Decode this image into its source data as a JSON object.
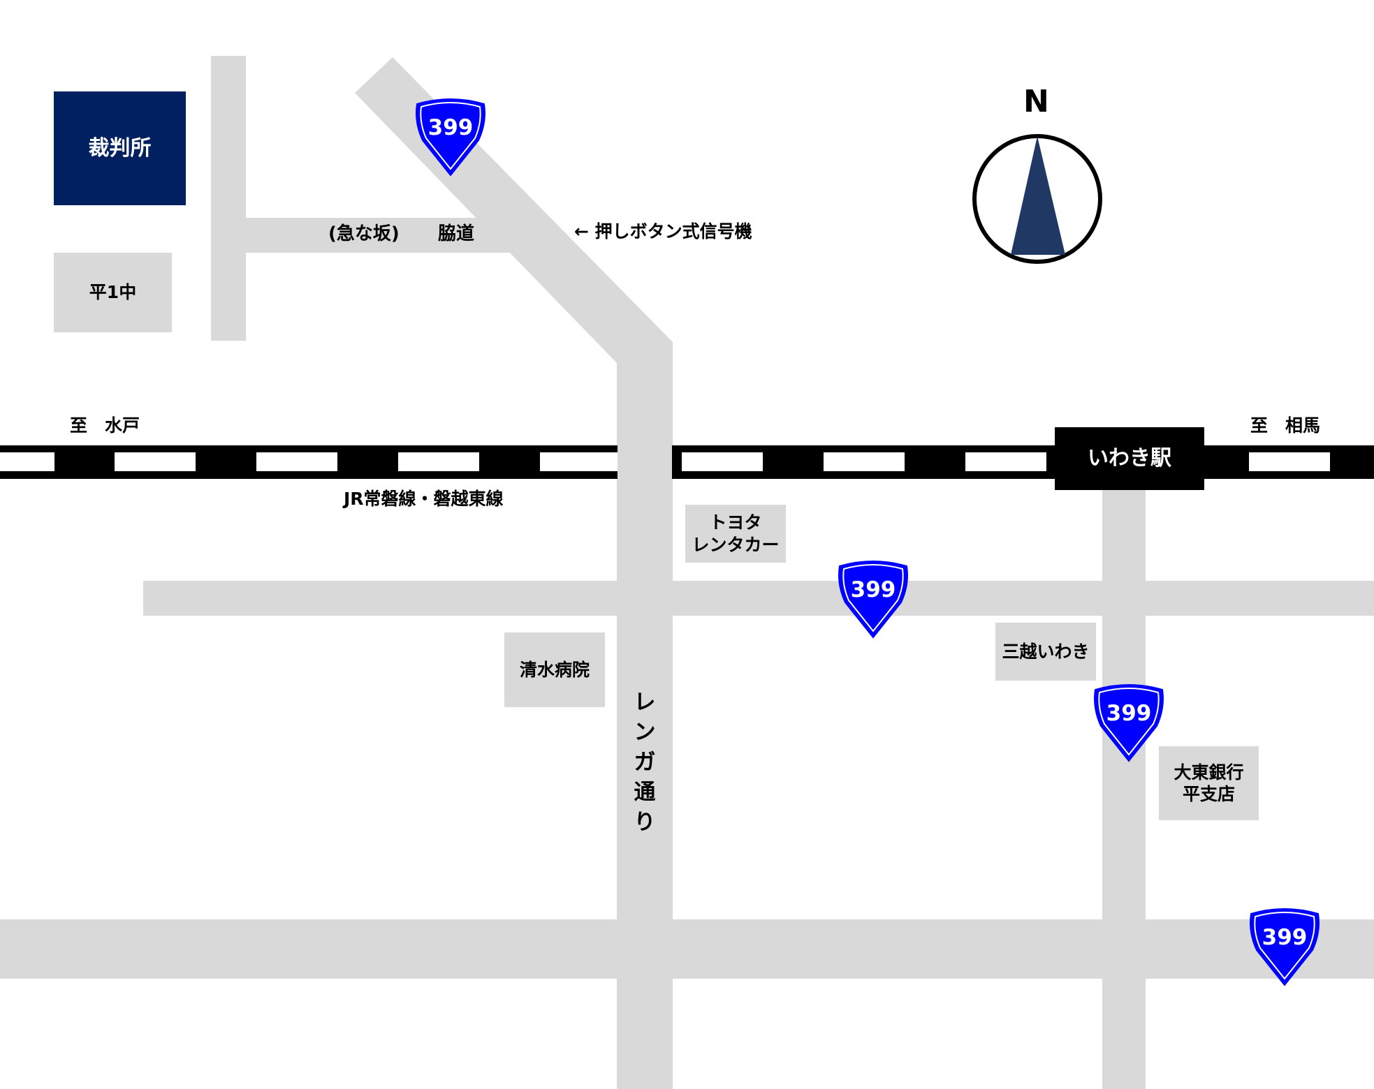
{
  "court": "裁判所",
  "school": "平1中",
  "slope_label": "(急な坂)",
  "side_road_label": "脇道",
  "signal_label": "← 押しボタン式信号機",
  "north_label": "N",
  "to_mito": "至　水戸",
  "to_soma": "至　相馬",
  "station": "いわき駅",
  "rail_line": "JR常磐線・磐越東線",
  "toyota": [
    "トヨタ",
    "レンタカー"
  ],
  "hospital": "清水病院",
  "mitsukoshi": "三越いわき",
  "bank": [
    "大東銀行",
    "平支店"
  ],
  "renga_street": [
    "レ",
    "ン",
    "ガ",
    "通",
    "り"
  ],
  "route_number": "399",
  "colors": {
    "road": "#d9d9d9",
    "court_fill": "#002060",
    "shield_fill": "#0000ff",
    "compass_needle": "#1f3864"
  }
}
